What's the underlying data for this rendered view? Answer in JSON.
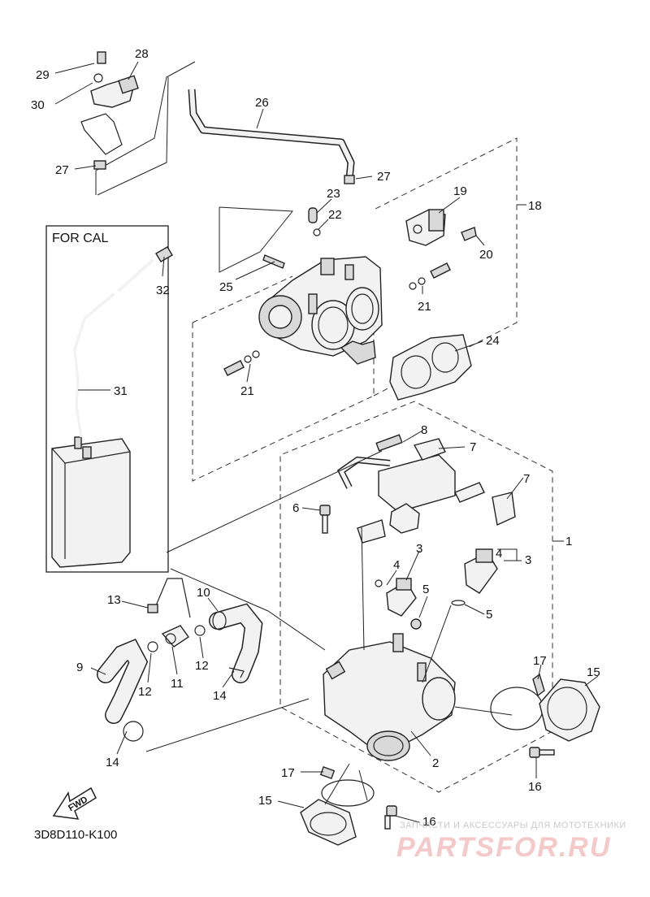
{
  "diagram": {
    "code": "3D8D110-K100",
    "box_title": "FOR CAL",
    "fwd_label": "FWD",
    "callouts": [
      "1",
      "2",
      "3",
      "4",
      "5",
      "6",
      "7",
      "8",
      "9",
      "10",
      "11",
      "12",
      "13",
      "14",
      "15",
      "16",
      "17",
      "18",
      "19",
      "20",
      "21",
      "22",
      "23",
      "24",
      "25",
      "26",
      "27",
      "28",
      "29",
      "30",
      "31",
      "32"
    ]
  },
  "watermark": {
    "line1": "ЗАПЧАСТИ И АКСЕССУАРЫ ДЛЯ МОТОТЕХНИКИ",
    "line2": "PARTSFOR.RU"
  }
}
